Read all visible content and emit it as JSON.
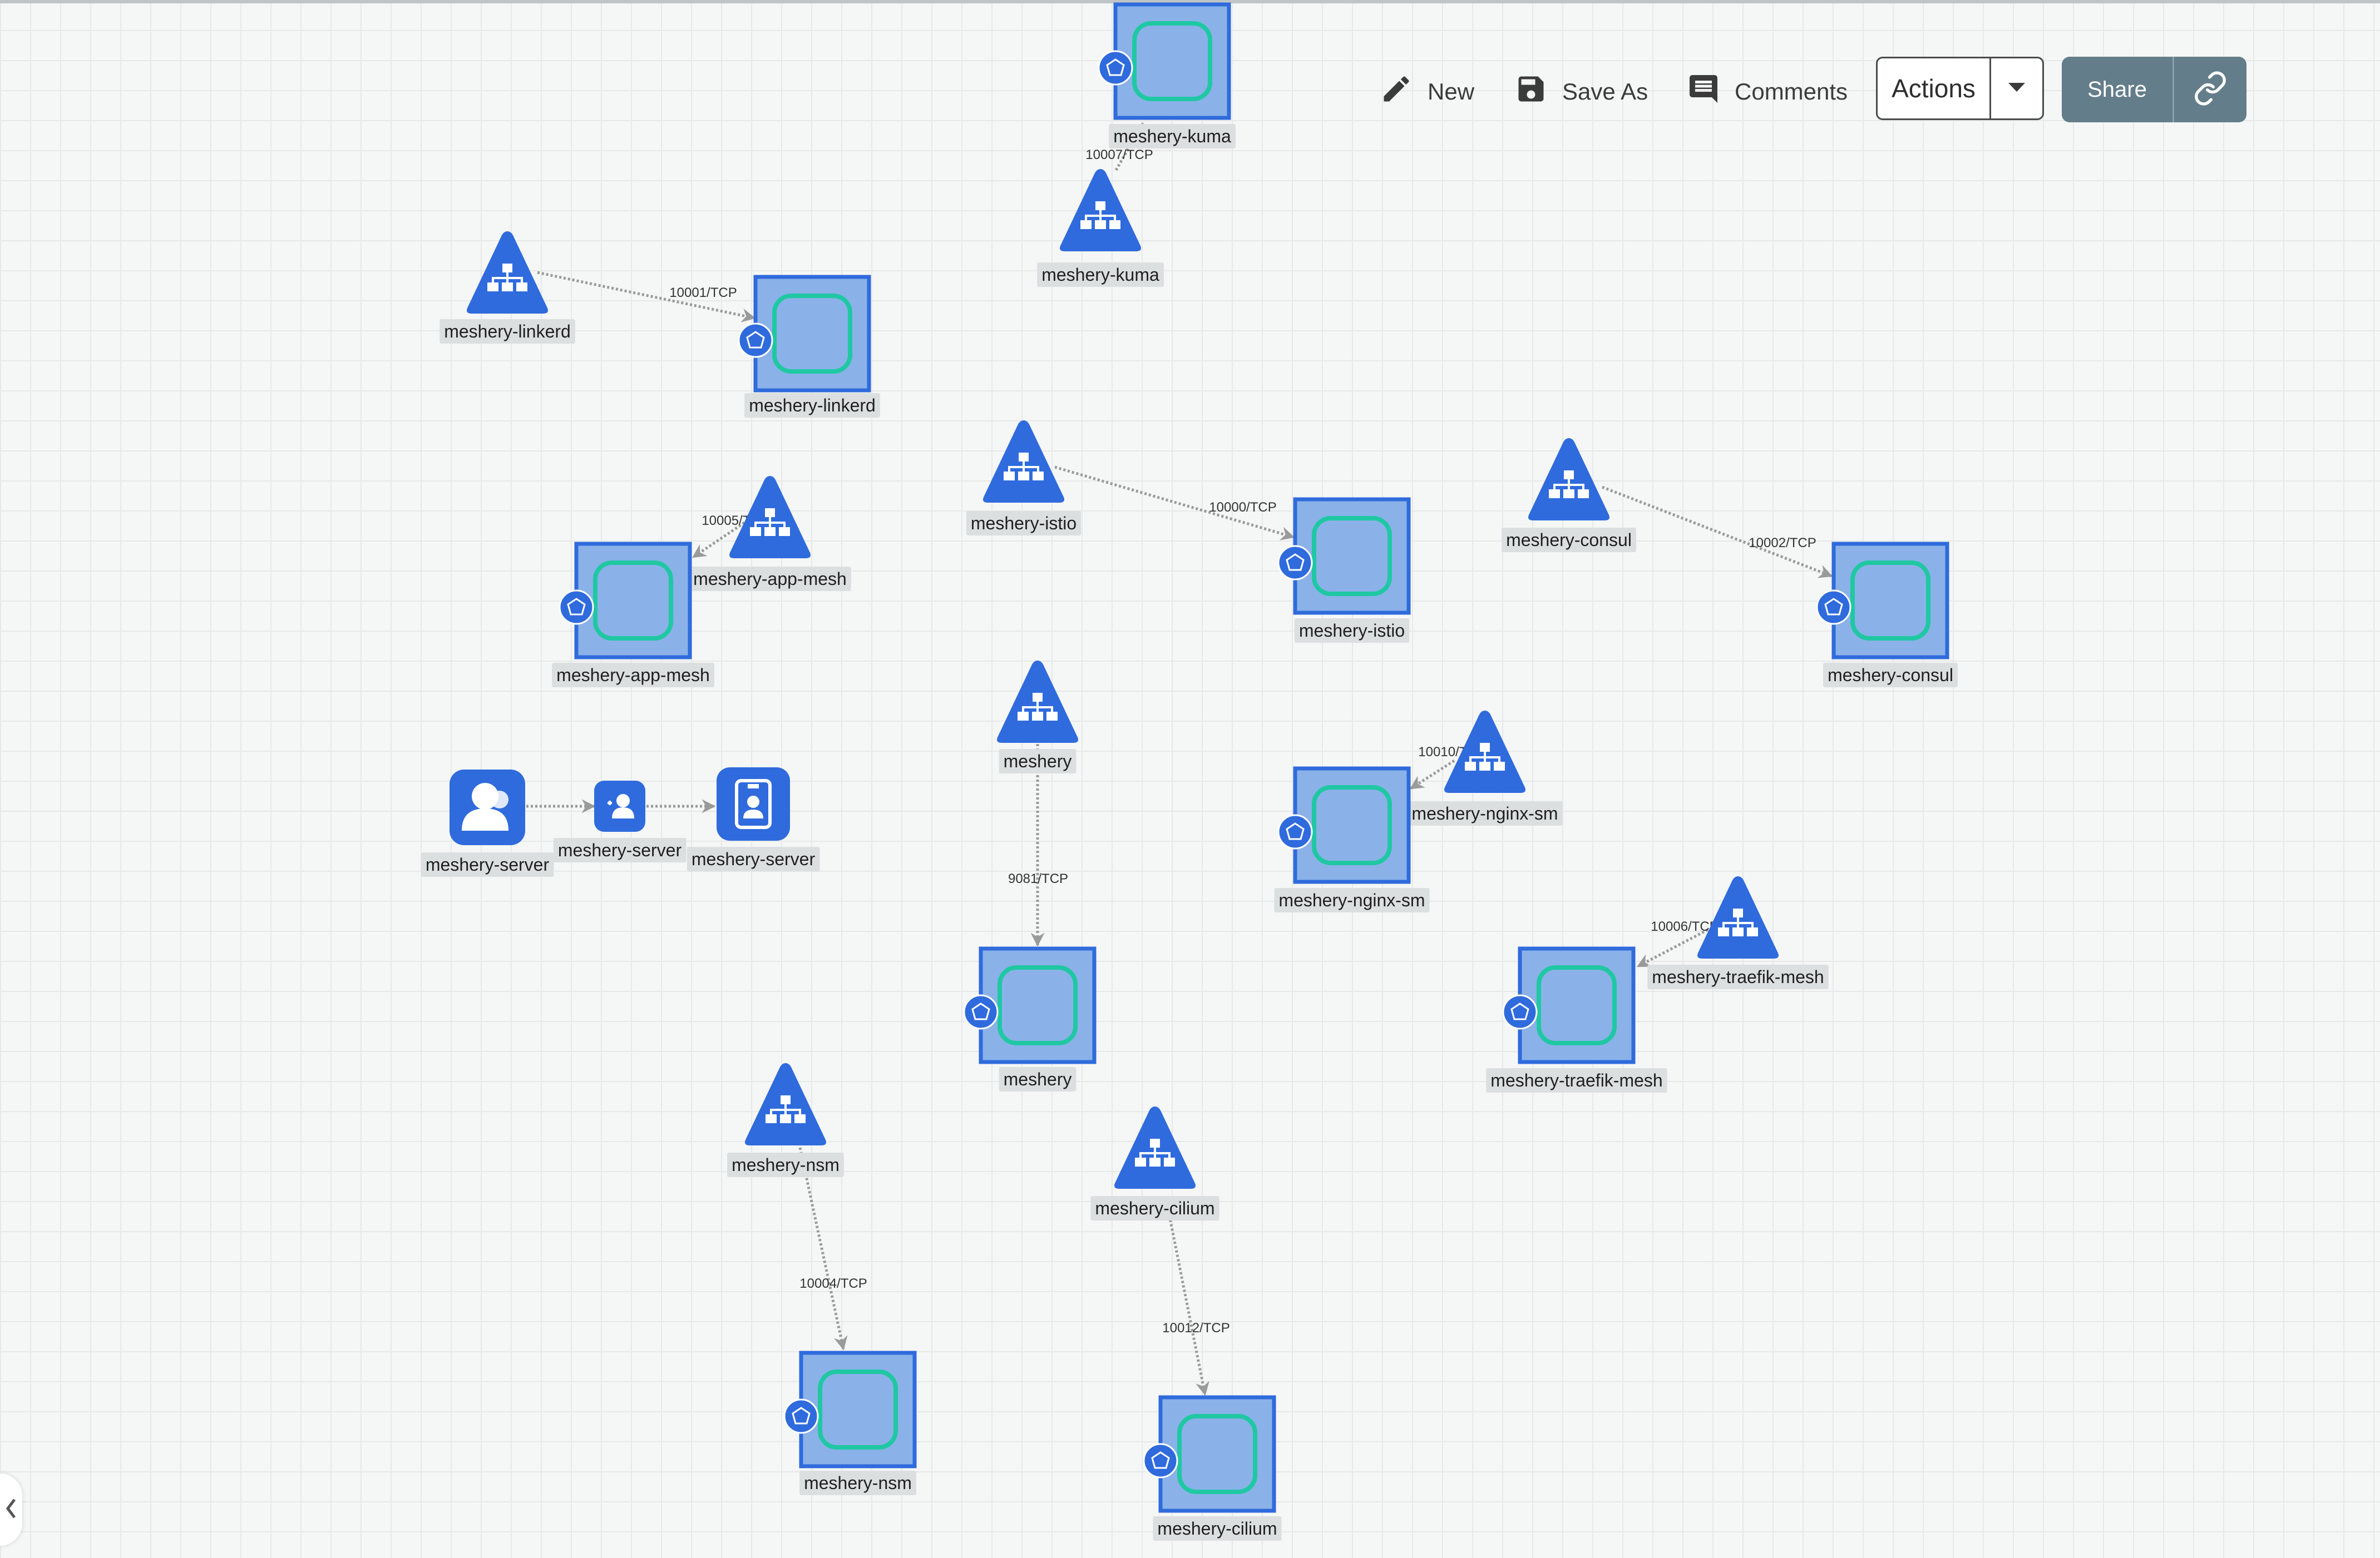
{
  "toolbar": {
    "new_label": "New",
    "save_as_label": "Save As",
    "comments_label": "Comments",
    "actions_label": "Actions",
    "share_label": "Share"
  },
  "colors": {
    "accent": "#2f6bdc",
    "pod_fill": "#8ab2e8",
    "pod_inner_border": "#1fc8a2",
    "share_button": "#647d8b",
    "edge": "#9a9a9a"
  },
  "icons": {
    "new": "pencil-icon",
    "save_as": "floppy-disk-icon",
    "comments": "comment-icon",
    "actions_dropdown": "caret-down-icon",
    "share_link": "link-icon",
    "sidebar_toggle": "chevron-left-icon",
    "service": "service-network-icon",
    "pod": "pod-icon",
    "service_account": "user-icon",
    "role_binding": "user-gear-icon",
    "role": "id-badge-icon"
  },
  "services": [
    {
      "id": "svc-kuma",
      "label": "meshery-kuma"
    },
    {
      "id": "svc-linkerd",
      "label": "meshery-linkerd"
    },
    {
      "id": "svc-istio",
      "label": "meshery-istio"
    },
    {
      "id": "svc-consul",
      "label": "meshery-consul"
    },
    {
      "id": "svc-app-mesh",
      "label": "meshery-app-mesh"
    },
    {
      "id": "svc-meshery",
      "label": "meshery"
    },
    {
      "id": "svc-nginx-sm",
      "label": "meshery-nginx-sm"
    },
    {
      "id": "svc-traefik-mesh",
      "label": "meshery-traefik-mesh"
    },
    {
      "id": "svc-nsm",
      "label": "meshery-nsm"
    },
    {
      "id": "svc-cilium",
      "label": "meshery-cilium"
    }
  ],
  "pods": [
    {
      "id": "pod-kuma",
      "label": "meshery-kuma"
    },
    {
      "id": "pod-linkerd",
      "label": "meshery-linkerd"
    },
    {
      "id": "pod-istio",
      "label": "meshery-istio"
    },
    {
      "id": "pod-consul",
      "label": "meshery-consul"
    },
    {
      "id": "pod-app-mesh",
      "label": "meshery-app-mesh"
    },
    {
      "id": "pod-nginx-sm",
      "label": "meshery-nginx-sm"
    },
    {
      "id": "pod-traefik-mesh",
      "label": "meshery-traefik-mesh"
    },
    {
      "id": "pod-meshery",
      "label": "meshery"
    },
    {
      "id": "pod-nsm",
      "label": "meshery-nsm"
    },
    {
      "id": "pod-cilium",
      "label": "meshery-cilium"
    }
  ],
  "rbac": [
    {
      "id": "rbac-sa",
      "label": "meshery-server",
      "kind": "service_account"
    },
    {
      "id": "rbac-rb",
      "label": "meshery-server",
      "kind": "role_binding"
    },
    {
      "id": "rbac-role",
      "label": "meshery-server",
      "kind": "role"
    }
  ],
  "edges": [
    {
      "from": "svc-kuma",
      "to": "pod-kuma",
      "label": "10007/TCP"
    },
    {
      "from": "svc-linkerd",
      "to": "pod-linkerd",
      "label": "10001/TCP"
    },
    {
      "from": "svc-istio",
      "to": "pod-istio",
      "label": "10000/TCP"
    },
    {
      "from": "svc-consul",
      "to": "pod-consul",
      "label": "10002/TCP"
    },
    {
      "from": "svc-app-mesh",
      "to": "pod-app-mesh",
      "label": "10005/TCP"
    },
    {
      "from": "svc-meshery",
      "to": "pod-meshery",
      "label": "9081/TCP"
    },
    {
      "from": "svc-nginx-sm",
      "to": "pod-nginx-sm",
      "label": "10010/TCP"
    },
    {
      "from": "svc-traefik-mesh",
      "to": "pod-traefik-mesh",
      "label": "10006/TCP"
    },
    {
      "from": "svc-nsm",
      "to": "pod-nsm",
      "label": "10004/TCP"
    },
    {
      "from": "svc-cilium",
      "to": "pod-cilium",
      "label": "10012/TCP"
    },
    {
      "from": "rbac-sa",
      "to": "rbac-rb",
      "label": ""
    },
    {
      "from": "rbac-rb",
      "to": "rbac-role",
      "label": ""
    }
  ]
}
